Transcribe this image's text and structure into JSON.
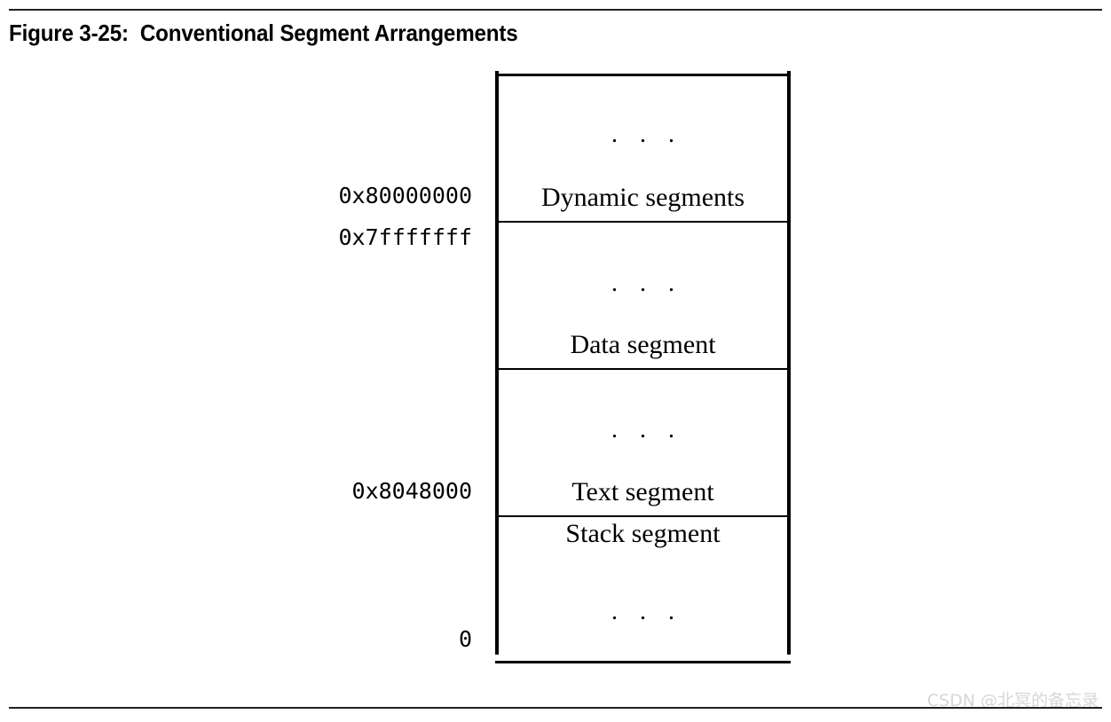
{
  "page": {
    "caption": "Figure 3-25:  Conventional Segment Arrangements",
    "watermark": "CSDN @北冥的备忘录",
    "ink_color": "#000000",
    "rule_color": "#231f20",
    "watermark_color": "#d6d6d6",
    "background_color": "#ffffff"
  },
  "diagram": {
    "type": "memory-layout",
    "ellipsis_glyph": ". . .",
    "address_labels": [
      {
        "id": "addr-top",
        "text": "0x80000000"
      },
      {
        "id": "addr-dynamic",
        "text": "0x7fffffff"
      },
      {
        "id": "addr-text",
        "text": "0x8048000"
      },
      {
        "id": "addr-zero",
        "text": "0"
      }
    ],
    "segments": [
      {
        "id": "dynamic-segments",
        "label": "Dynamic segments"
      },
      {
        "id": "data-segment",
        "label": "Data segment"
      },
      {
        "id": "text-segment",
        "label": "Text segment"
      },
      {
        "id": "stack-segment",
        "label": "Stack segment"
      }
    ],
    "ellipses": [
      {
        "id": "ellipsis-1",
        "text": ". . ."
      },
      {
        "id": "ellipsis-2",
        "text": ". . ."
      },
      {
        "id": "ellipsis-3",
        "text": ". . ."
      },
      {
        "id": "ellipsis-4",
        "text": ". . ."
      }
    ]
  }
}
